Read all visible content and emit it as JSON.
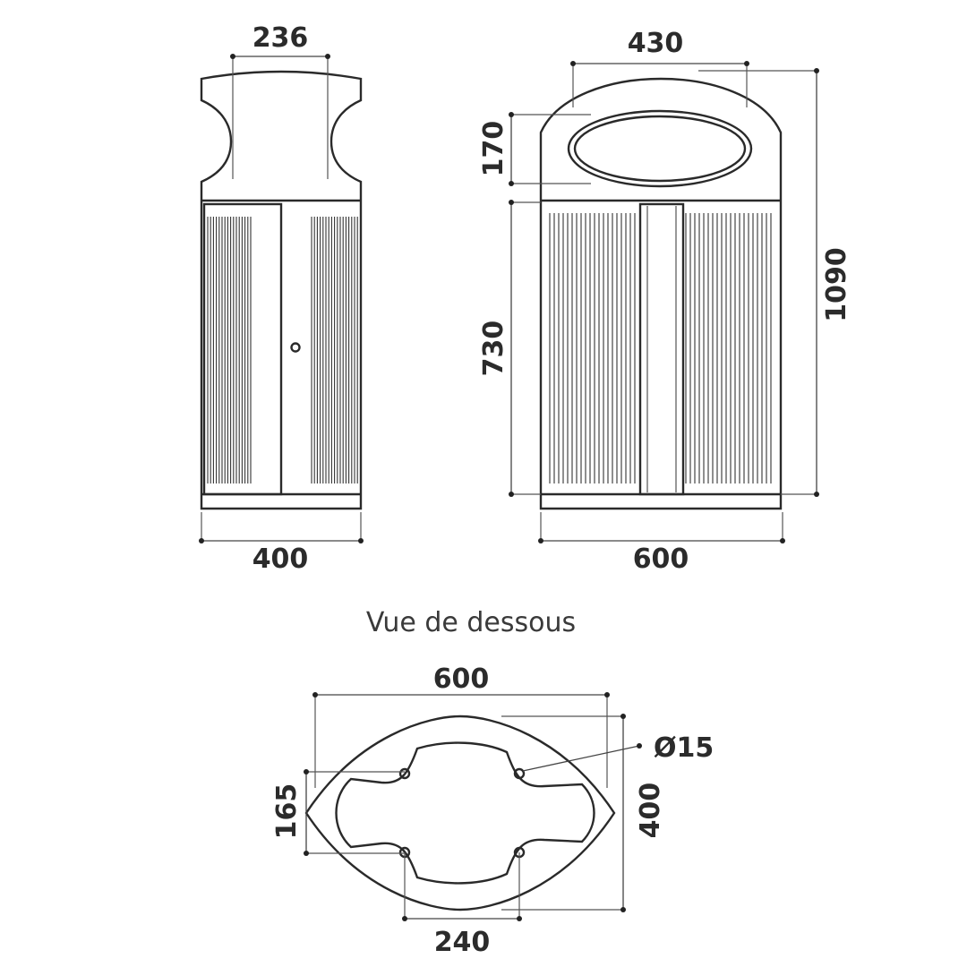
{
  "side_view": {
    "top_width": "236",
    "body_width": "400"
  },
  "front_view": {
    "top_width": "430",
    "oval_height": "170",
    "body_height": "730",
    "total_height": "1090",
    "body_width": "600"
  },
  "bottom_view": {
    "title": "Vue de dessous",
    "width": "600",
    "hole_diameter": "Ø15",
    "depth": "400",
    "hole_spacing_y": "165",
    "hole_spacing_x": "240"
  }
}
